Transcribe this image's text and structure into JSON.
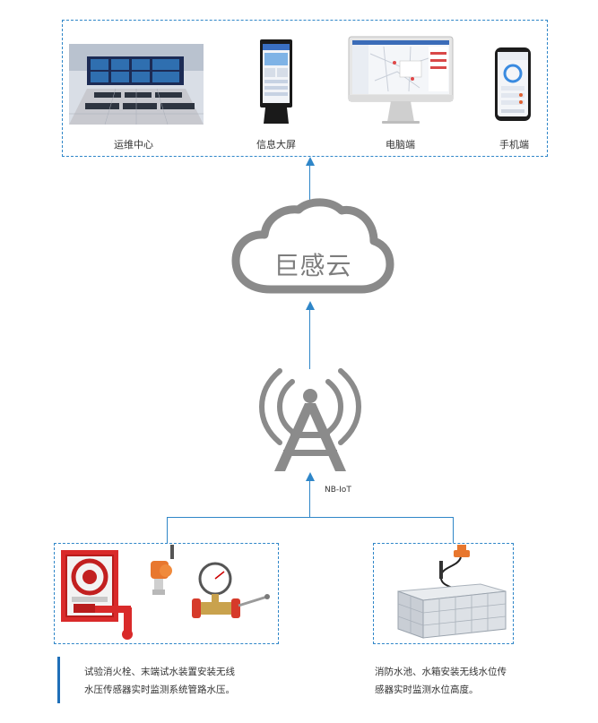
{
  "top": {
    "items": [
      {
        "label": "运维中心",
        "icon": "operations-center-photo"
      },
      {
        "label": "信息大屏",
        "icon": "kiosk-screen"
      },
      {
        "label": "电脑端",
        "icon": "desktop-monitor"
      },
      {
        "label": "手机端",
        "icon": "smartphone"
      }
    ]
  },
  "cloud": {
    "label": "巨感云",
    "icon": "cloud-icon"
  },
  "tower": {
    "icon": "antenna-tower-icon"
  },
  "link": {
    "label": "NB-IoT"
  },
  "bottom": {
    "left": {
      "icon": "fire-hydrant-pressure-sensor",
      "note_lines": [
        "试验消火栓、末端试水装置安装无线",
        "水压传感器实时监测系统管路水压。"
      ]
    },
    "right": {
      "icon": "water-tank-level-sensor",
      "note_lines": [
        "消防水池、水箱安装无线水位传",
        "感器实时监测水位高度。"
      ]
    }
  },
  "colors": {
    "accent": "#2f86c8",
    "cloud_gray": "#8a8a8a",
    "tower_gray": "#8b8b8b",
    "fire_red": "#d92a2a"
  }
}
